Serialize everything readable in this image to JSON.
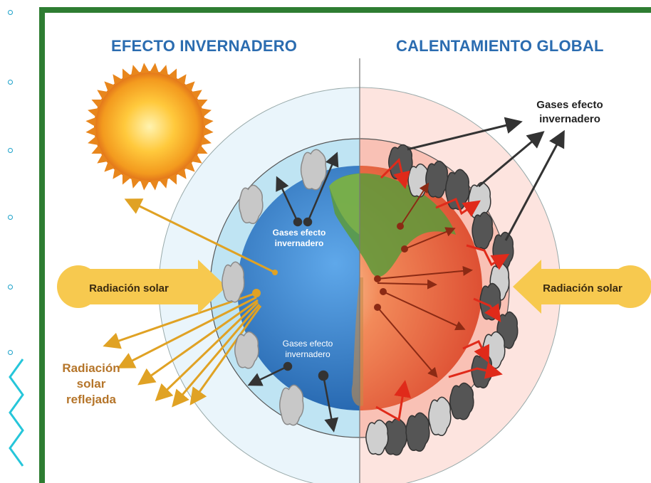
{
  "titles": {
    "left": "EFECTO INVERNADERO",
    "right": "CALENTAMIENTO GLOBAL"
  },
  "labels": {
    "solar_left": "Radiación solar",
    "solar_right": "Radiación solar",
    "gases_upper_line1": "Gases efecto",
    "gases_upper_line2": "invernadero",
    "gases_lower_line1": "Gases efecto",
    "gases_lower_line2": "invernadero",
    "gases_right_line1": "Gases efecto",
    "gases_right_line2": "invernadero",
    "reflected_line1": "Radiación",
    "reflected_line2": "solar",
    "reflected_line3": "reflejada"
  },
  "colors": {
    "frame_green": "#2e7d32",
    "title_blue": "#2b6cb0",
    "sun_arrow_yellow": "#f7c94f",
    "ray_orange": "#e0a224",
    "ocean_blue": "#2f7fd2",
    "hot_red": "#e8502f",
    "cloud_gray": "#bdbdbd",
    "cloud_dark": "#555555",
    "accent_cyan": "#1ba1c9"
  },
  "icons": {
    "sun": "sun-icon",
    "cloud": "cloud-icon",
    "earth": "earth-globe-icon"
  }
}
